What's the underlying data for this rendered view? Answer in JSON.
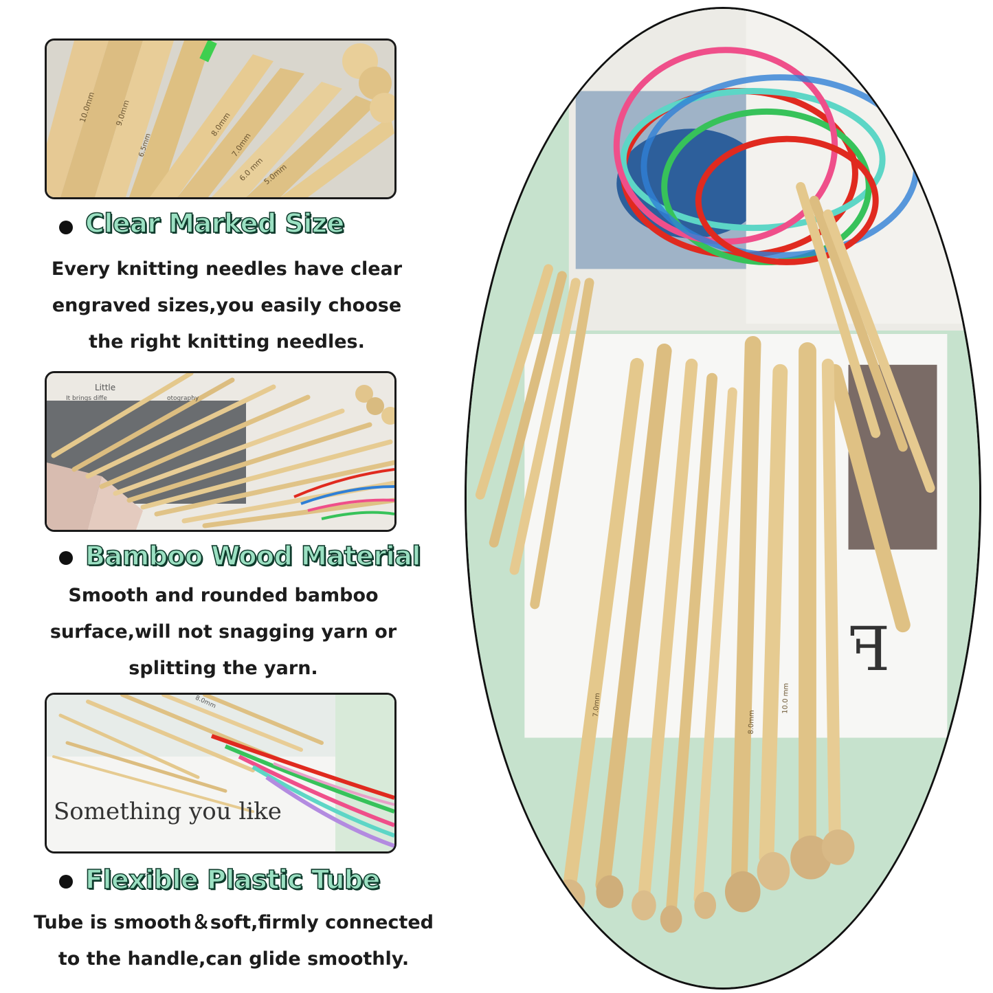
{
  "panels": {
    "panel1": {
      "size_marks": [
        "10.0mm",
        "9.0mm",
        "8.0mm",
        "7.0mm",
        "6.0 mm",
        "5.0mm",
        "6.5mm"
      ]
    },
    "panel2": {
      "paper_text_1": "Little",
      "paper_text_2": "It brings diffe",
      "paper_text_3": "otography"
    },
    "panel3": {
      "caption": "Something you like",
      "size_mark": "8.0mm"
    }
  },
  "features": [
    {
      "title": "Clear Marked Size",
      "lines": [
        "Every knitting needles have clear",
        "engraved sizes,you easily choose",
        "the right knitting needles."
      ]
    },
    {
      "title": "Bamboo Wood Material",
      "lines": [
        "Smooth and rounded bamboo",
        "surface,will not snagging yarn or",
        "splitting the yarn."
      ]
    },
    {
      "title": "Flexible Plastic Tube",
      "lines": [
        "Tube is smooth＆soft,firmly connected",
        "to the handle,can glide smoothly."
      ]
    }
  ],
  "oval_photo": {
    "big_letter": "F",
    "needle_marks": [
      "7.0mm",
      "10.0 mm",
      "8.0mm"
    ]
  },
  "colors": {
    "heading_fill": "#9be0c2",
    "heading_outline": "#0f3b2c",
    "bamboo": "#e4c98c",
    "tube_red": "#e02a1f",
    "tube_green": "#37c25a",
    "tube_teal": "#5dd6c6",
    "tube_pink": "#ef4f8a",
    "tube_blue": "#2f7fd6"
  }
}
